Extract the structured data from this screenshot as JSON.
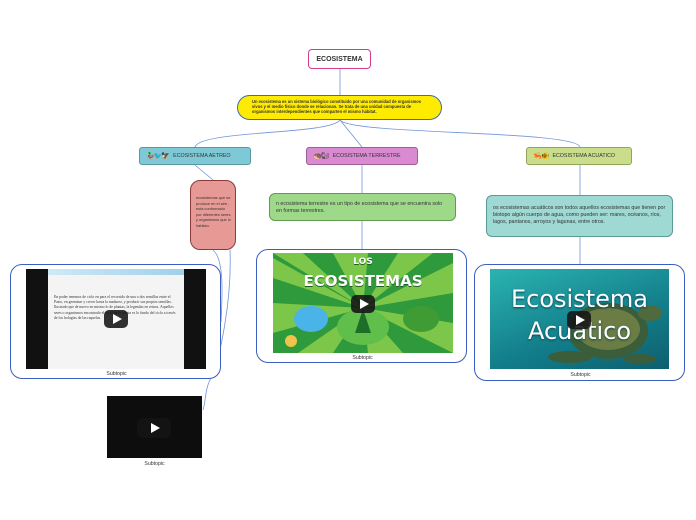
{
  "root": {
    "title": "ECOSISTEMA"
  },
  "definition": {
    "text": "Un ecosistema es un sistema biológico constituido por una comunidad de organismos vivos y el medio físico donde se relacionan. Se trata de una unidad compuesta de organismos interdependientes que comparten el mismo hábitat."
  },
  "branches": [
    {
      "label": "ECOSISTEMA AETREO",
      "icons": "🦆🐦🦅",
      "color": "#7fc9d6"
    },
    {
      "label": "ECOSISTEMA  TERRESTRE",
      "icons": "🦔🐿",
      "color": "#d98ad0"
    },
    {
      "label": "ECOSISTEMA ACUATICO",
      "icons": "🦐🐠",
      "color": "#c9dd8a"
    }
  ],
  "aereo_note": {
    "text": "ecosistemas que se produce en el aire , esta conformado por diferentes seres y organismos que lo habitan."
  },
  "terrestre_note": {
    "text": "n ecosistema terrestre es un tipo de ecosistema que se encuentra solo en formas terrestres."
  },
  "acuatico_note": {
    "text": "os ecosistemas acuáticos son todos aquellos ecosistemas que tienen por biotopo algún cuerpo de agua, como pueden ser: mares, océanos, ríos, lagos, pantanos, arroyos y lagunas, entre otros."
  },
  "videos": [
    {
      "caption": "Subtopic",
      "slide_text": "En poder tenemos de ciclo en para el recorrido de una o dos semillas entre el Pasto, en germinar y crecer hasta la madurez, y producir sus propias semillas. Ilustrado que de nuevo en mismo lo de plantas, la legendas en reinos. Aquellos seres o organismos encontrado el ciclo de la planta es lo fundo del ciclo a través de los hologías de las raquelas."
    },
    {
      "caption": "Subtopic",
      "thumb_line1": "LOS",
      "thumb_line2": "ECOSISTEMAS"
    },
    {
      "caption": "Subtopic",
      "thumb_line1": "Ecosistema",
      "thumb_line2": "Acuático"
    },
    {
      "caption": "Subtopic"
    }
  ],
  "colors": {
    "root_border": "#d63c8c",
    "definition_fill": "#ffeb00",
    "connector": "#6f94d8",
    "card_border": "#3b5fc0"
  }
}
